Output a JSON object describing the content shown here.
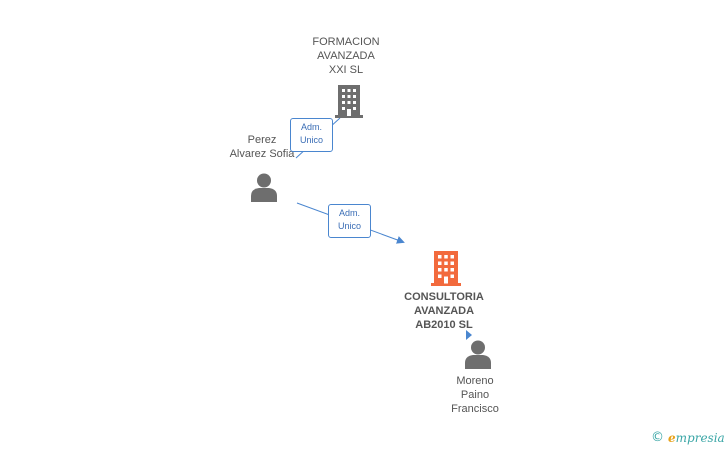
{
  "nodes": {
    "formacion": {
      "label": "FORMACION\nAVANZADA\nXXI SL",
      "icon": "building-icon",
      "color": "#6e6e6e"
    },
    "perez": {
      "label": "Perez\nAlvarez Sofia",
      "icon": "person-icon",
      "color": "#6e6e6e"
    },
    "consultoria": {
      "label": "CONSULTORIA\nAVANZADA\nAB2010 SL",
      "icon": "building-icon",
      "color": "#f26a3d"
    },
    "moreno": {
      "label": "Moreno\nPaino\nFrancisco",
      "icon": "person-icon",
      "color": "#6e6e6e"
    }
  },
  "edges": {
    "perez_formacion": {
      "label": "Adm.\nUnico"
    },
    "perez_consultoria": {
      "label": "Adm.\nUnico"
    }
  },
  "colors": {
    "edge": "#4a86cf"
  },
  "watermark": {
    "copyright": "©",
    "brand_initial": "e",
    "brand_rest": "mpresia"
  }
}
